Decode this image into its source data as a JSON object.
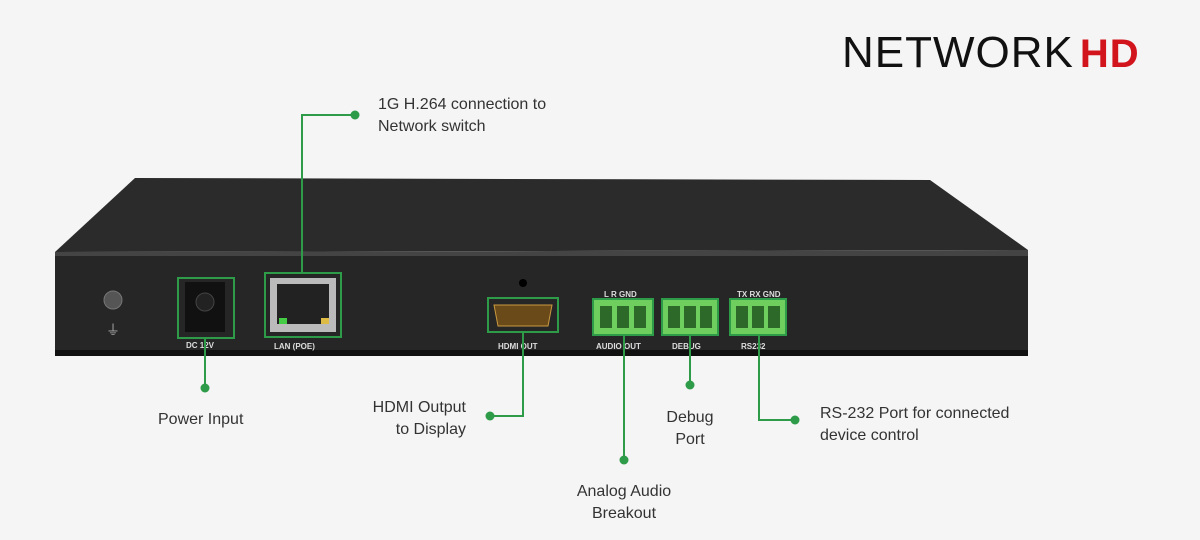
{
  "logo": {
    "brand": "NETWORK",
    "suffix": "HD"
  },
  "device": {
    "ports": {
      "dc": "DC 12V",
      "lan": "LAN (POE)",
      "hdmi": "HDMI OUT",
      "audio": "AUDIO OUT",
      "audio_pins": "L   R  GND",
      "debug": "DEBUG",
      "rs232": "RS232",
      "rs232_pins": "TX  RX GND"
    }
  },
  "callouts": {
    "lan": [
      "1G H.264 connection to",
      "Network switch"
    ],
    "power": [
      "Power Input"
    ],
    "hdmi": [
      "HDMI Output",
      "to Display"
    ],
    "audio": [
      "Analog Audio",
      "Breakout"
    ],
    "debug": [
      "Debug",
      "Port"
    ],
    "rs232": [
      "RS-232 Port for connected",
      "device control"
    ]
  },
  "colors": {
    "accent": "#2e9b48",
    "brand_red": "#d2151d"
  }
}
